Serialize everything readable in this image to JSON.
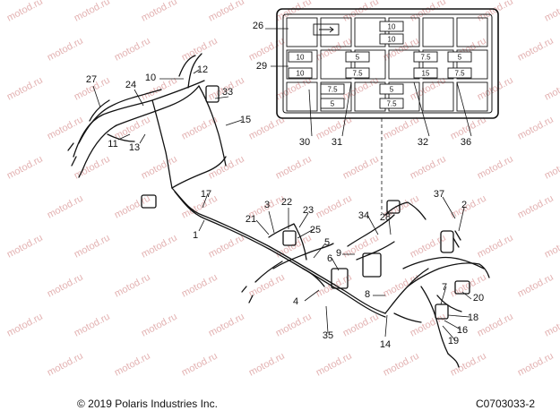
{
  "footer": {
    "copyright": "© 2019 Polaris Industries Inc.",
    "part_number": "C0703033-2"
  },
  "watermark": {
    "text": "motod.ru",
    "color": "#e3b2b2"
  },
  "fuse_box": {
    "fuses": [
      "10",
      "10",
      "10",
      "10",
      "5",
      "7.5",
      "7.5",
      "5",
      "7.5",
      "15",
      "7.5",
      "5",
      "7.5",
      "5"
    ]
  },
  "callouts": [
    "26",
    "29",
    "30",
    "31",
    "32",
    "36",
    "27",
    "24",
    "10",
    "12",
    "33",
    "15",
    "11",
    "13",
    "17",
    "1",
    "3",
    "22",
    "23",
    "21",
    "25",
    "5",
    "6",
    "9",
    "34",
    "28",
    "37",
    "2",
    "4",
    "35",
    "8",
    "14",
    "7",
    "20",
    "18",
    "16",
    "19"
  ]
}
